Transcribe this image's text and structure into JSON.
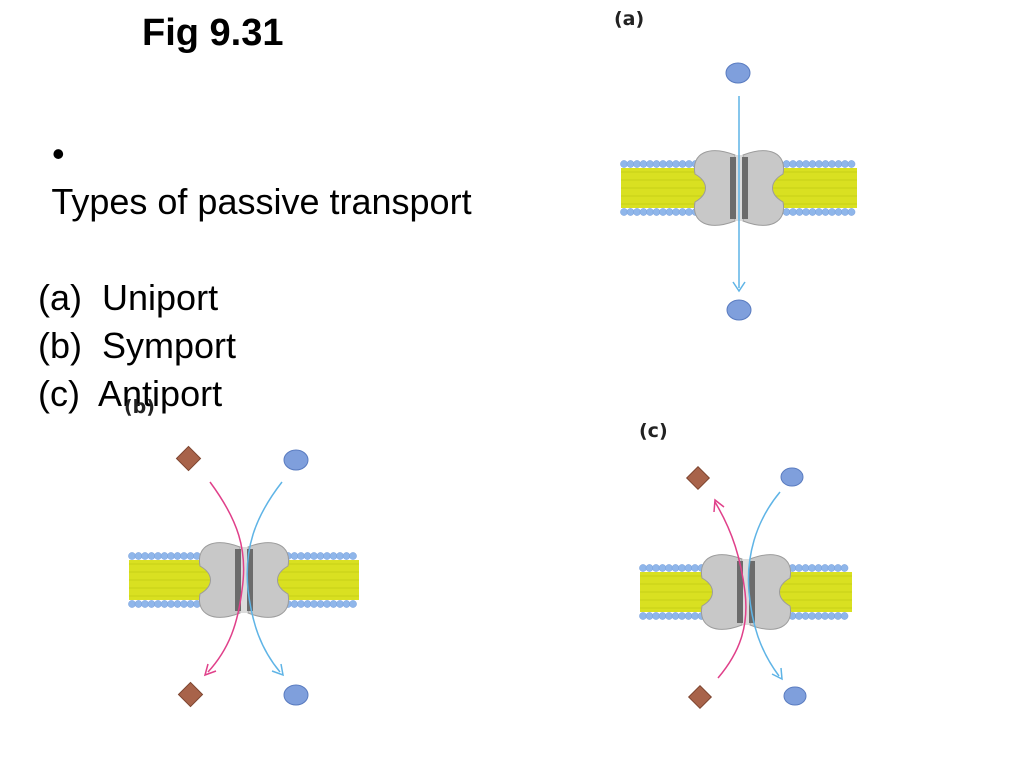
{
  "slide": {
    "title": "Fig 9.31",
    "bullet_marker": "•",
    "bullet_text": "Types of passive transport",
    "items": [
      {
        "prefix": "(a)",
        "label": "Uniport"
      },
      {
        "prefix": "(b)",
        "label": "Symport"
      },
      {
        "prefix": "(c)",
        "label": "Antiport"
      }
    ]
  },
  "panels": {
    "a": {
      "label": "(a)",
      "type": "uniport"
    },
    "b": {
      "label": "(b)",
      "type": "symport"
    },
    "c": {
      "label": "(c)",
      "type": "antiport"
    }
  },
  "colors": {
    "membrane_core": "#d9e021",
    "membrane_heads": "#8fb6ea",
    "protein": "#c8c8c8",
    "channel_dark": "#6b6b6b",
    "ion_blue": "#7f9fdc",
    "ion_brown": "#a8634a",
    "arrow_blue": "#5fb4e6",
    "arrow_pink": "#e0408a"
  }
}
